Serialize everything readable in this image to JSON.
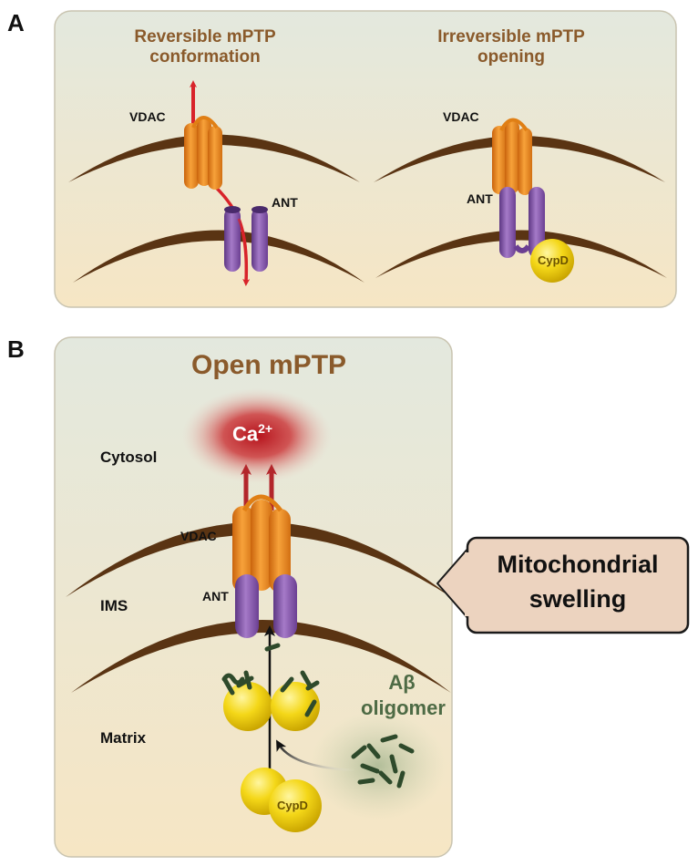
{
  "panel_a": {
    "letter": "A",
    "left": {
      "title_line1": "Reversible mPTP",
      "title_line2": "conformation",
      "vdac_label": "VDAC",
      "ant_label": "ANT"
    },
    "right": {
      "title_line1": "Irreversible mPTP",
      "title_line2": "opening",
      "vdac_label": "VDAC",
      "ant_label": "ANT",
      "cypd_label": "CypD"
    }
  },
  "panel_b": {
    "letter": "B",
    "title": "Open mPTP",
    "ion_base": "Ca",
    "ion_charge": "2+",
    "compartments": [
      "Cytosol",
      "IMS",
      "Matrix"
    ],
    "vdac_label": "VDAC",
    "ant_label": "ANT",
    "oligomer_line1": "Aβ",
    "oligomer_line2": "oligomer",
    "cypd_label": "CypD",
    "callout_line1": "Mitochondrial",
    "callout_line2": "swelling"
  },
  "colors": {
    "panel_bg_top": "#e4e8dc",
    "panel_bg_bottom": "#f6e7c6",
    "membrane": "#5a3413",
    "vdac": "#f08c1e",
    "ant": "#8a5bb0",
    "cypd": "#f2d21a",
    "arrow": "#d8232a",
    "oligomer": "#2e4a2b",
    "callout": "#ecd3bf",
    "title_brown": "#8a5a2b"
  }
}
